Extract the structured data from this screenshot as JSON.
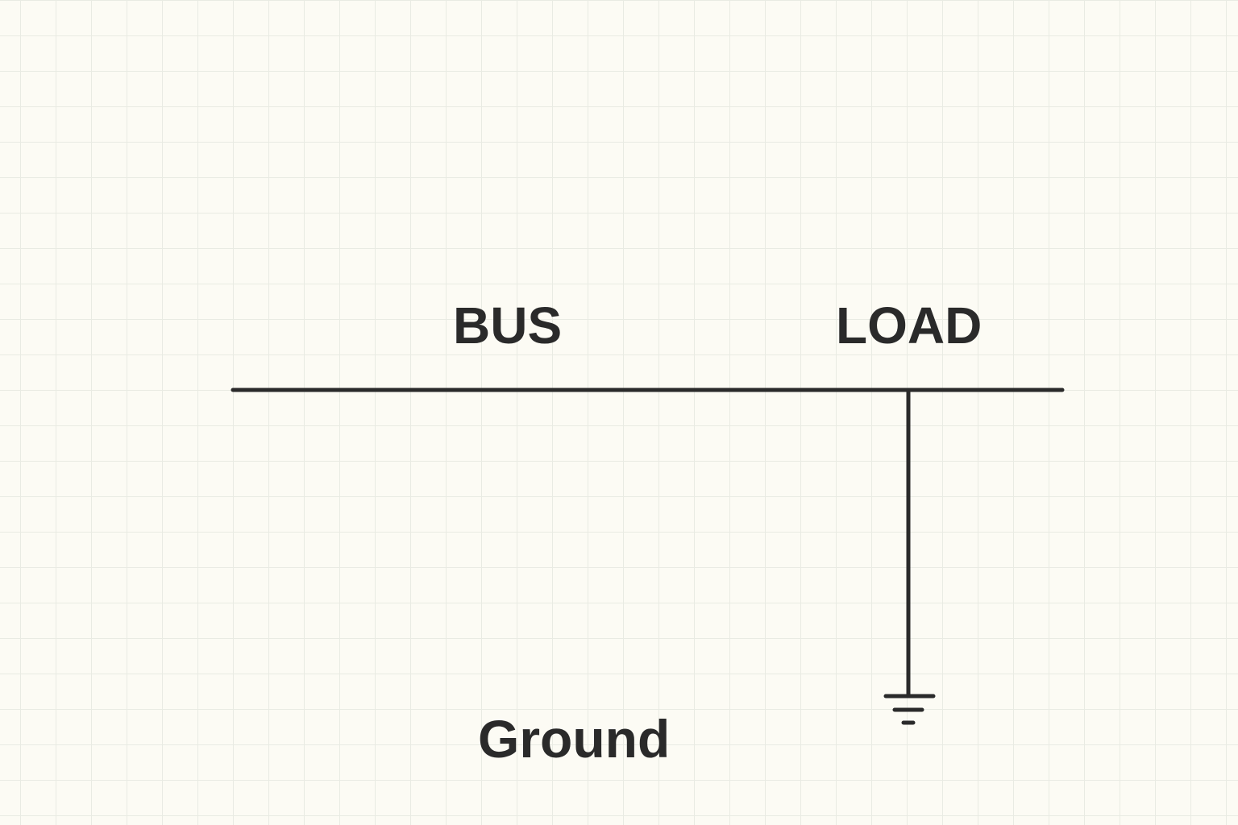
{
  "labels": {
    "bus": "BUS",
    "load": "LOAD",
    "ground": "Ground"
  },
  "colors": {
    "background": "#fcfbf4",
    "grid": "#e9ebe3",
    "line": "#2a2a2a",
    "text": "#2a2a2a"
  },
  "symbols": {
    "ground": "ground-icon"
  }
}
